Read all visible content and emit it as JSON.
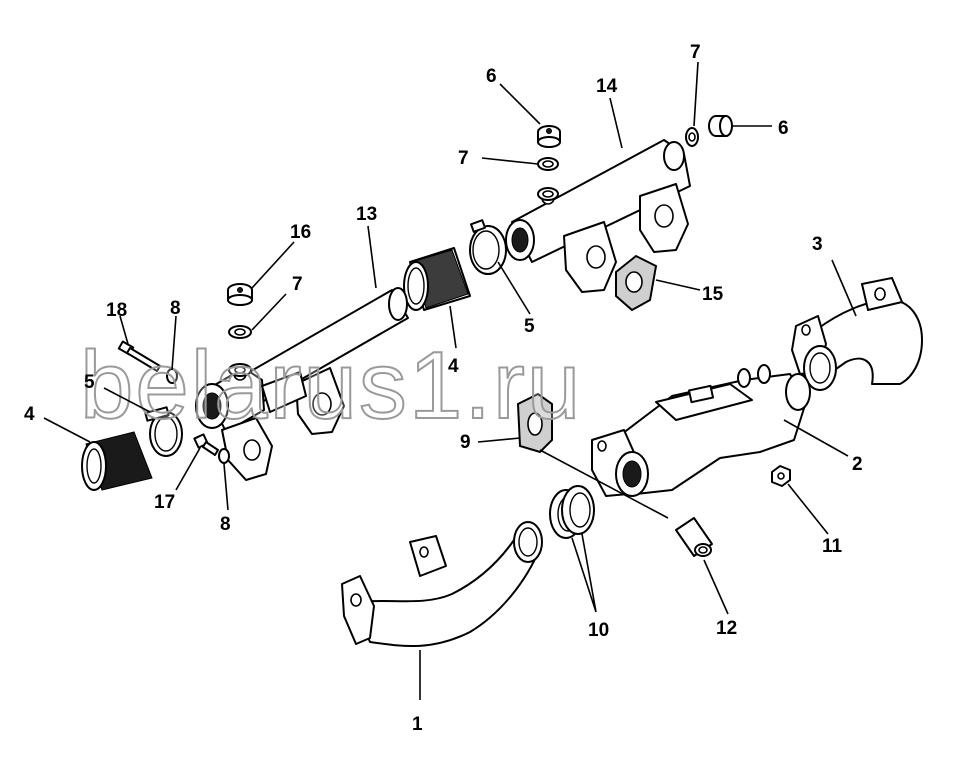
{
  "diagram": {
    "kind": "exploded-parts-view",
    "callouts": [
      "1",
      "2",
      "3",
      "4",
      "4",
      "5",
      "5",
      "6",
      "6",
      "7",
      "7",
      "7",
      "8",
      "8",
      "9",
      "10",
      "11",
      "12",
      "13",
      "14",
      "15",
      "16",
      "17",
      "18"
    ]
  },
  "watermark": {
    "text": "belarus1.ru"
  }
}
